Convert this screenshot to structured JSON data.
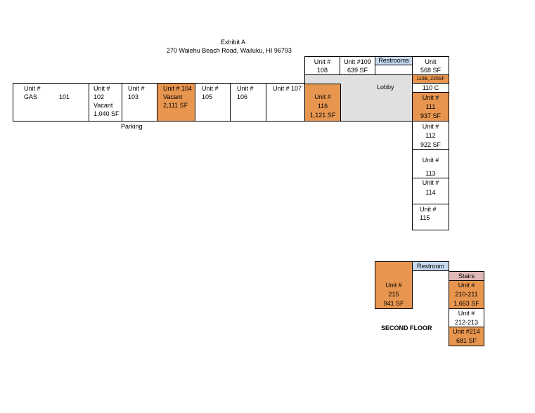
{
  "header": {
    "title": "Exhibit A",
    "address": "270 Waiehu Beach Road, Wailuku, HI  96793"
  },
  "colors": {
    "leased_vacant": "#e8964f",
    "restroom": "#c7daf0",
    "lobby": "#e0e0e0",
    "stairs": "#dfb8b8"
  },
  "first_floor": {
    "unit_101": {
      "l1": "Unit #",
      "l2": "GAS",
      "num": "101"
    },
    "unit_102": {
      "l1": "Unit #",
      "l2": "102",
      "l3": "Vacant",
      "l4": "1,040 SF"
    },
    "unit_103": {
      "l1": "Unit #",
      "l2": "103"
    },
    "unit_104": {
      "l1": "Unit # 104",
      "l2": "Vacant",
      "l3": "2,111 SF"
    },
    "unit_105": {
      "l1": "Unit #",
      "l2": "105"
    },
    "unit_106": {
      "l1": "Unit #",
      "l2": "106"
    },
    "unit_107": {
      "l1": "Unit # 107"
    },
    "unit_108": {
      "l1": "Unit #",
      "l2": "108"
    },
    "unit_109": {
      "l1": "Unit #109",
      "l2": "639 SF"
    },
    "restrooms": "Restrooms",
    "lobby": "Lobby",
    "unit_116": {
      "l1": "Unit #",
      "l2": "116",
      "l3": "1,121 SF"
    },
    "unit_568": {
      "l1": "Unit",
      "l2": "568 SF"
    },
    "unit_110b": "110B, 220SF",
    "unit_110c": "110 C",
    "unit_111": {
      "l1": "Unit #",
      "l2": "111",
      "l3": "937 SF"
    },
    "unit_112": {
      "l1": "Unit #",
      "l2": "112",
      "l3": "922 SF"
    },
    "unit_113": {
      "l1": "Unit #",
      "l2": "113"
    },
    "unit_114": {
      "l1": "Unit #",
      "l2": "114"
    },
    "unit_115": {
      "l1": "Unit #",
      "l2": "115"
    },
    "parking": "Parking"
  },
  "second_floor": {
    "label": "SECOND FLOOR",
    "unit_215": {
      "l1": "Unit #",
      "l2": "215",
      "l3": "941 SF"
    },
    "restroom": "Restroom",
    "stairs": "Stairs",
    "unit_210": {
      "l1": "Unit #",
      "l2": "210-211",
      "l3": "1,663 SF"
    },
    "unit_212": {
      "l1": "Unit #",
      "l2": "212-213"
    },
    "unit_214": {
      "l1": "Unit #214",
      "l2": "681 SF"
    }
  }
}
